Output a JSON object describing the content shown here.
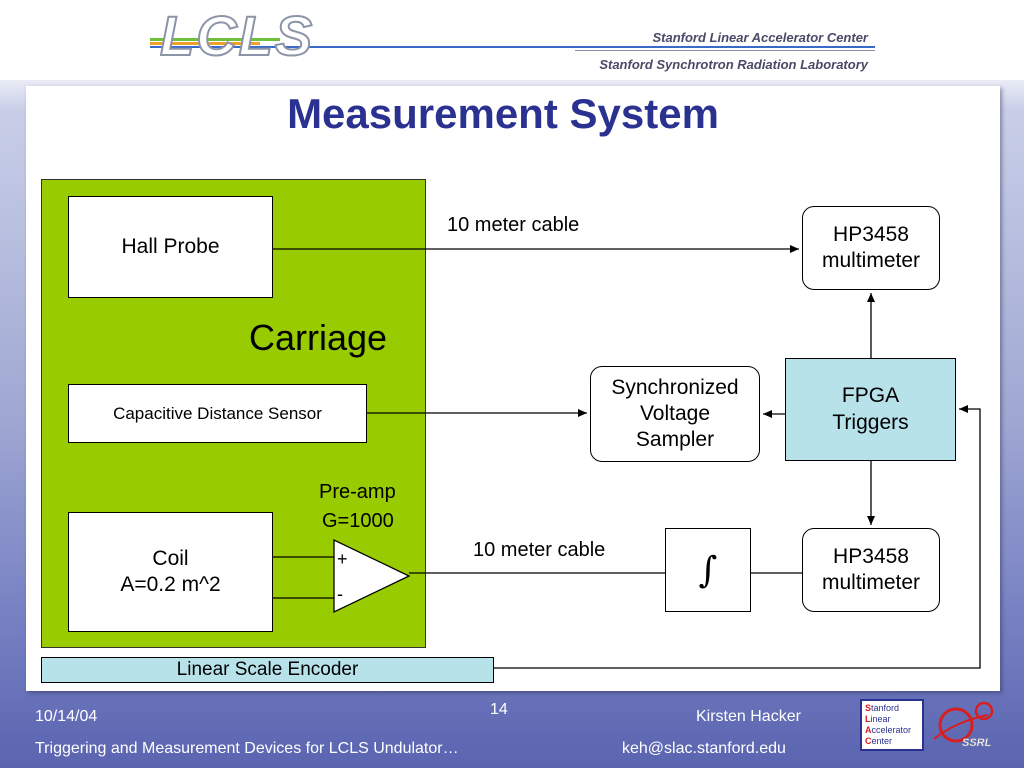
{
  "header": {
    "logo": "LCLS",
    "org_line_1": "Stanford Linear Accelerator Center",
    "org_line_2": "Stanford Synchrotron Radiation Laboratory"
  },
  "slide": {
    "title": "Measurement System"
  },
  "diagram": {
    "carriage_label": "Carriage",
    "hall_probe": "Hall Probe",
    "capacitive_sensor": "Capacitive Distance Sensor",
    "coil_line_1": "Coil",
    "coil_line_2": "A=0.2 m^2",
    "preamp_line_1": "Pre-amp",
    "preamp_line_2": "G=1000",
    "preamp_plus": "+",
    "preamp_minus": "-",
    "cable_top": "10 meter cable",
    "cable_bottom": "10 meter cable",
    "hp_top_line_1": "HP3458",
    "hp_top_line_2": "multimeter",
    "hp_bottom_line_1": "HP3458",
    "hp_bottom_line_2": "multimeter",
    "sampler_line_1": "Synchronized",
    "sampler_line_2": "Voltage",
    "sampler_line_3": "Sampler",
    "fpga_line_1": "FPGA",
    "fpga_line_2": "Triggers",
    "integrator_symbol": "∫",
    "linear_scale_encoder": "Linear Scale Encoder"
  },
  "footer": {
    "date": "10/14/04",
    "page_number": "14",
    "author": "Kirsten Hacker",
    "talk_title": "Triggering and Measurement Devices for LCLS Undulator…",
    "email": "keh@slac.stanford.edu",
    "badge_letters": [
      "S",
      "L",
      "A",
      "C"
    ],
    "badge_words": [
      "tanford",
      "inear",
      "ccelerator",
      "enter"
    ],
    "ssrl_logo": "SSRL"
  },
  "colors": {
    "carriage_green": "#99cc00",
    "fpga_fill": "#b8e2ea",
    "encoder_fill": "#b8e2ea",
    "title_blue": "#2b3190"
  }
}
